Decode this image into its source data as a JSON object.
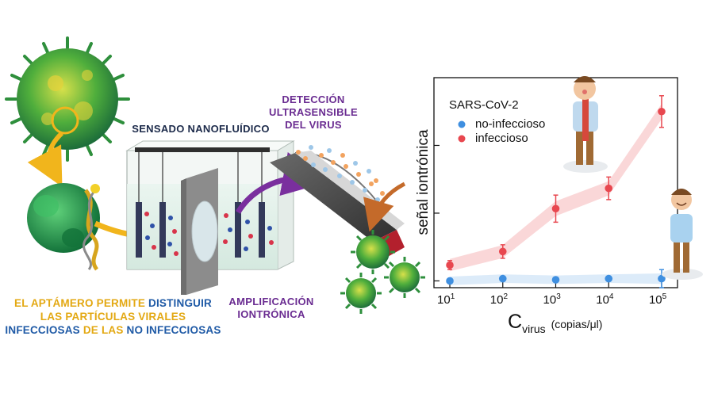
{
  "labels": {
    "sensing": "SENSADO NANOFLUÍDICO",
    "detection": [
      "DETECCIÓN",
      "ULTRASENSIBLE",
      "DEL VIRUS"
    ],
    "amplification": [
      "AMPLIFICACIÓN",
      "IONTRÓNICA"
    ]
  },
  "caption": {
    "line1": [
      {
        "text": "EL APTÁMERO PERMITE ",
        "color": "yellow"
      },
      {
        "text": "DISTINGUIR",
        "color": "blue"
      }
    ],
    "line2": [
      {
        "text": "LAS PARTÍCULAS VIRALES",
        "color": "yellow"
      }
    ],
    "line3": [
      {
        "text": "INFECCIOSAS ",
        "color": "blue"
      },
      {
        "text": "DE LAS ",
        "color": "yellow"
      },
      {
        "text": "NO INFECCIOSAS",
        "color": "blue"
      }
    ]
  },
  "colors": {
    "yellow": "#e3a812",
    "blue": "#1f5aa6",
    "purple": "#6a2c91",
    "infectious": "#e8474f",
    "noninfectious": "#3f8fe0",
    "virus_green": "#2aa04a"
  },
  "chart_data": {
    "type": "line",
    "title": "SARS-CoV-2",
    "xlabel_main": "C",
    "xlabel_sub": "virus",
    "xlabel_unit": "(copias/μl)",
    "ylabel": "señal iontrónica",
    "x_scale": "log",
    "x": [
      10,
      100,
      1000,
      10000,
      100000
    ],
    "x_tick_labels": [
      {
        "base": "10",
        "exp": "1"
      },
      {
        "base": "10",
        "exp": "2"
      },
      {
        "base": "10",
        "exp": "3"
      },
      {
        "base": "10",
        "exp": "4"
      },
      {
        "base": "10",
        "exp": "5"
      }
    ],
    "y_tick_labels": "none",
    "ylim": [
      0,
      1
    ],
    "legend_position": "top-left",
    "series": [
      {
        "name": "no-infeccioso",
        "color": "#3f8fe0",
        "values": [
          0.0,
          0.01,
          0.005,
          0.01,
          0.01
        ],
        "error": [
          0.01,
          0.01,
          0.01,
          0.01,
          0.04
        ]
      },
      {
        "name": "infeccioso",
        "color": "#e8474f",
        "values": [
          0.07,
          0.13,
          0.32,
          0.41,
          0.75
        ],
        "error": [
          0.02,
          0.03,
          0.06,
          0.05,
          0.07
        ]
      }
    ]
  }
}
